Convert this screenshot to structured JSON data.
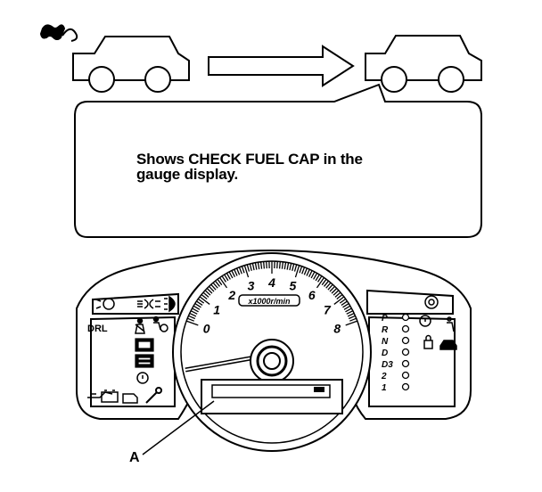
{
  "callout": {
    "line1": "Shows CHECK FUEL CAP in the",
    "line2": "gauge display."
  },
  "callout_label": "A",
  "tachometer": {
    "ticks": [
      "0",
      "1",
      "2",
      "3",
      "4",
      "5",
      "6",
      "7",
      "8"
    ],
    "unit": "x1000r/min"
  },
  "indicators": {
    "drl": "DRL",
    "gears": [
      "P",
      "R",
      "N",
      "D",
      "D3",
      "2",
      "1"
    ]
  },
  "icons": [
    "fuel-cap-icon",
    "car-icon",
    "arrow-right-icon",
    "car-icon",
    "headlight-icon",
    "fog-light-icon",
    "high-beam-icon",
    "seatbelt-icon",
    "airbag-icon",
    "abs-icon",
    "oil-pressure-icon",
    "battery-icon",
    "check-engine-icon",
    "wrench-icon",
    "brake-icon",
    "door-open-icon"
  ]
}
